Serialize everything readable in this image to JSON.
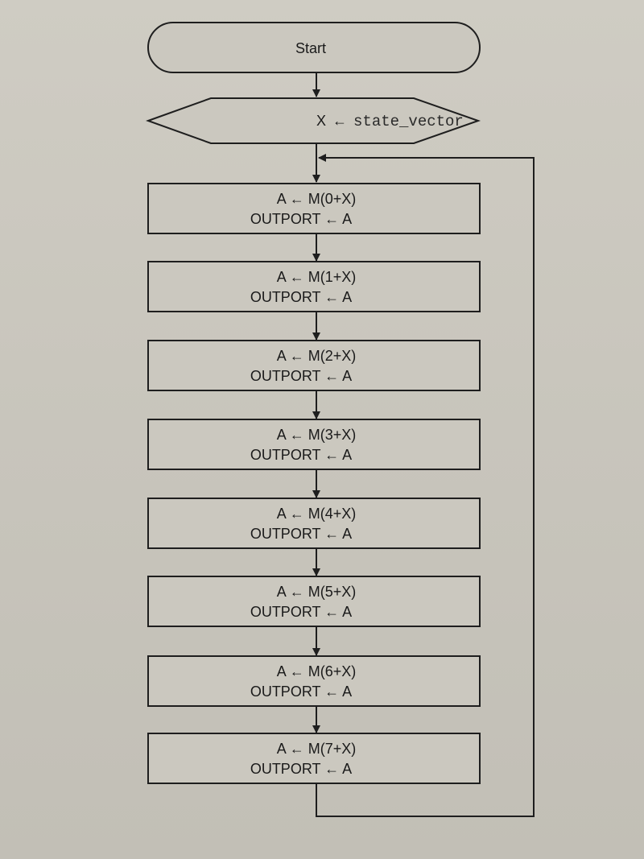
{
  "diagram": {
    "type": "flowchart",
    "start": {
      "label": "Start"
    },
    "init": {
      "lhs": "X",
      "arrow": "←",
      "rhs": "state_vector"
    },
    "steps": [
      {
        "line1": "A ← M(0+X)",
        "line2": "OUTPORT ← A"
      },
      {
        "line1": "A ← M(1+X)",
        "line2": "OUTPORT ← A"
      },
      {
        "line1": "A ← M(2+X)",
        "line2": "OUTPORT ← A"
      },
      {
        "line1": "A ← M(3+X)",
        "line2": "OUTPORT ← A"
      },
      {
        "line1": "A ← M(4+X)",
        "line2": "OUTPORT ← A"
      },
      {
        "line1": "A ← M(5+X)",
        "line2": "OUTPORT ← A"
      },
      {
        "line1": "A ← M(6+X)",
        "line2": "OUTPORT ← A"
      },
      {
        "line1": "A ← M(7+X)",
        "line2": "OUTPORT ← A"
      }
    ],
    "loop": {
      "from": "step-7",
      "to": "step-0"
    }
  }
}
